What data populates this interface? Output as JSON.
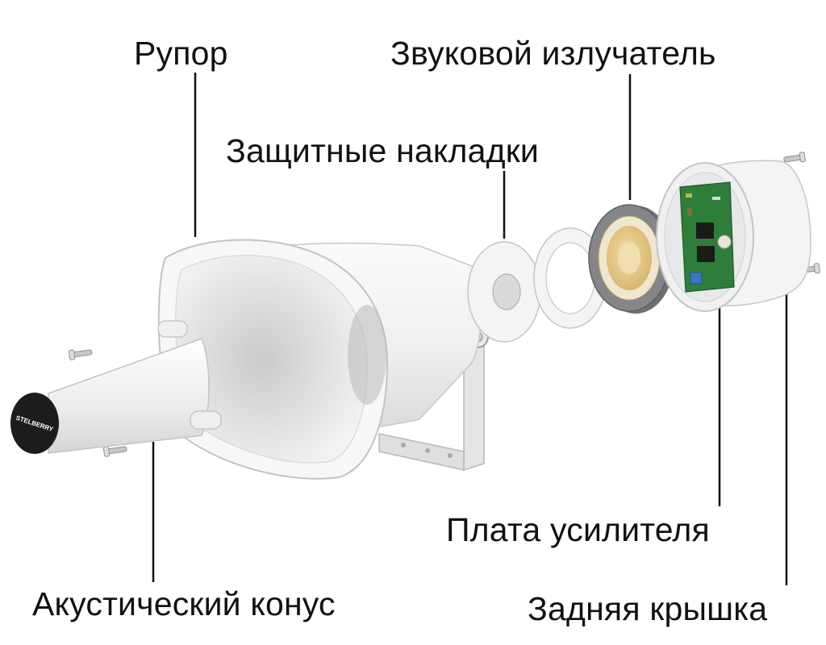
{
  "labels": {
    "horn": "Рупор",
    "sound_emitter": "Звуковой излучатель",
    "protective_pads": "Защитные накладки",
    "amplifier_board": "Плата усилителя",
    "acoustic_cone": "Акустический конус",
    "back_cover": "Задняя крышка"
  },
  "brand_logo": "STELBERRY",
  "colors": {
    "text": "#111111",
    "leader_line": "#111111",
    "plastic": "#f1f2f2",
    "emitter_ring": "#7e7f80",
    "diaphragm": "#e6c98a",
    "pcb": "#2f7d3a",
    "terminal": "#3a76c4",
    "logo_disc": "#1c1c1c"
  }
}
